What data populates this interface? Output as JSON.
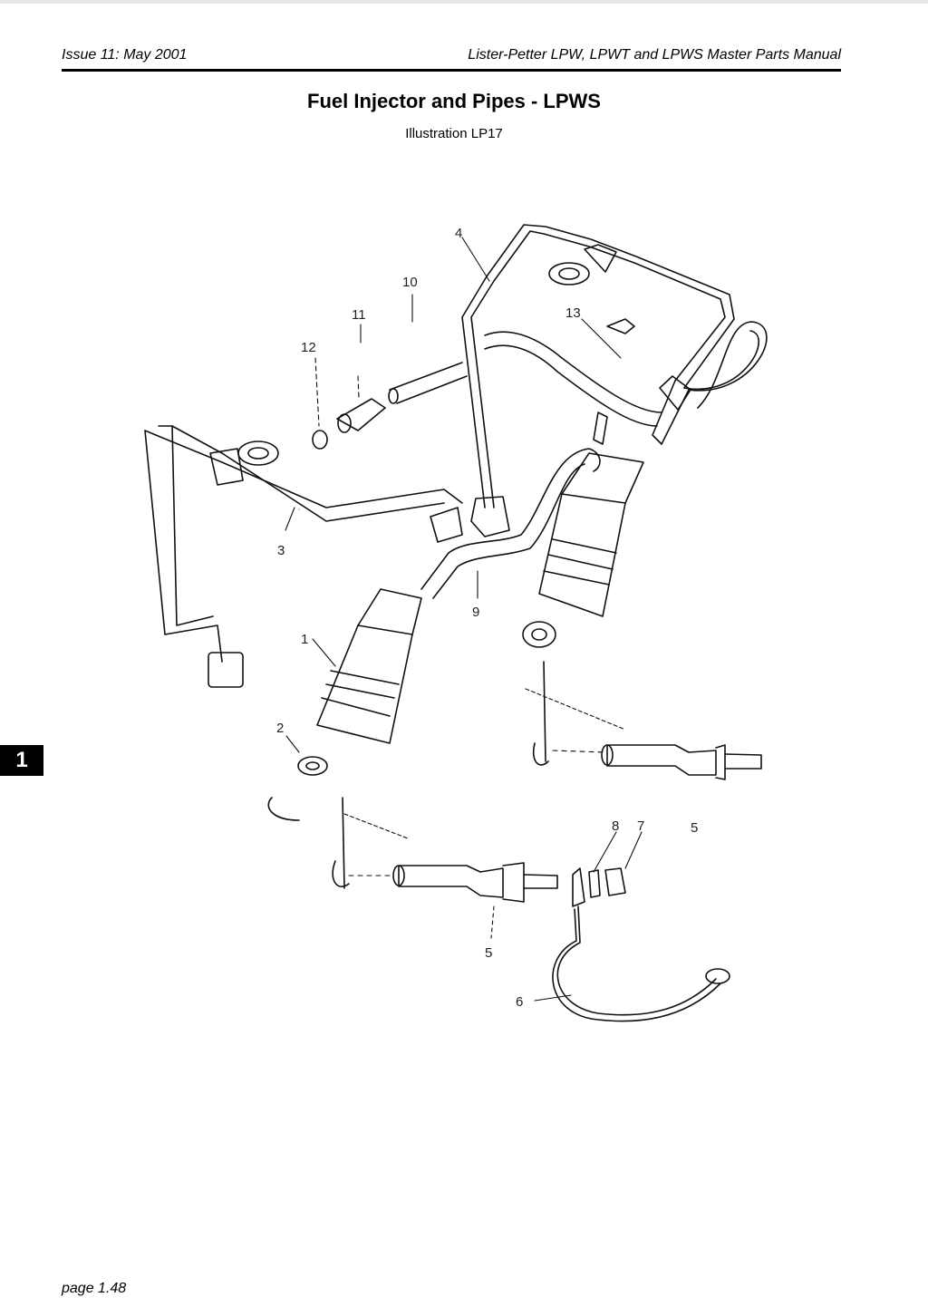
{
  "header": {
    "left": "Issue 11: May 2001",
    "right": "Lister-Petter LPW, LPWT and LPWS Master Parts Manual"
  },
  "title": "Fuel Injector and Pipes - LPWS",
  "subtitle": "Illustration LP17",
  "section_tab": "1",
  "footer": {
    "page": "page 1.48"
  },
  "diagram": {
    "callouts": [
      {
        "id": "c1",
        "text": "1"
      },
      {
        "id": "c2",
        "text": "2"
      },
      {
        "id": "c3",
        "text": "3"
      },
      {
        "id": "c4",
        "text": "4"
      },
      {
        "id": "c5a",
        "text": "5"
      },
      {
        "id": "c5b",
        "text": "5"
      },
      {
        "id": "c6",
        "text": "6"
      },
      {
        "id": "c7",
        "text": "7"
      },
      {
        "id": "c8",
        "text": "8"
      },
      {
        "id": "c9",
        "text": "9"
      },
      {
        "id": "c10",
        "text": "10"
      },
      {
        "id": "c11",
        "text": "11"
      },
      {
        "id": "c12",
        "text": "12"
      },
      {
        "id": "c13",
        "text": "13"
      }
    ]
  }
}
